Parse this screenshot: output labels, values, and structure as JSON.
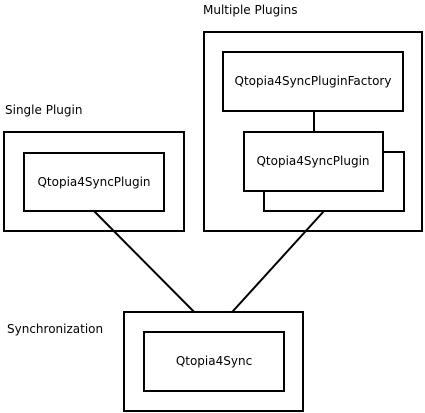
{
  "groups": {
    "single": {
      "label": "Single Plugin",
      "plugin": "Qtopia4SyncPlugin"
    },
    "multiple": {
      "label": "Multiple Plugins",
      "factory": "Qtopia4SyncPluginFactory",
      "plugin": "Qtopia4SyncPlugin"
    },
    "sync": {
      "label": "Synchronization",
      "core": "Qtopia4Sync"
    }
  },
  "colors": {
    "stroke": "#000000",
    "fill": "#ffffff",
    "background": "#ffffff"
  }
}
